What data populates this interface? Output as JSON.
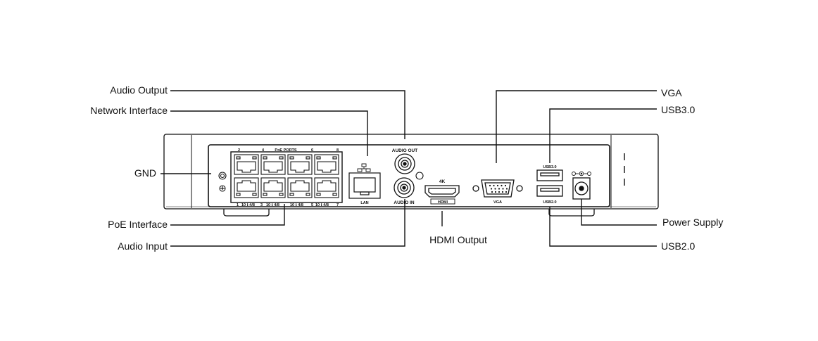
{
  "callouts": {
    "audio_output": "Audio Output",
    "network_interface": "Network Interface",
    "gnd": "GND",
    "poe_interface": "PoE Interface",
    "audio_input": "Audio Input",
    "hdmi_output": "HDMI Output",
    "vga": "VGA",
    "usb30": "USB3.0",
    "power_supply": "Power Supply",
    "usb20": "USB2.0"
  },
  "panel_labels": {
    "poe_ports": "PoE PORTS",
    "audio_out": "AUDIO OUT",
    "audio_in": "AUDIO IN",
    "vga": "VGA",
    "usb30": "USB3.0",
    "usb20": "USB2.0",
    "hdmi_4k": "4K",
    "hdmi_logo": "HDMI",
    "lan": "LAN",
    "poe_top_numbers": [
      "2",
      "4",
      "6",
      "8"
    ],
    "poe_bottom_numbers": [
      "1",
      "3",
      "5",
      "7"
    ],
    "poe_bottom_marks": [
      "10 ℹ 4/8",
      "10 ℹ 4/8",
      "10 ℹ 4/8",
      "10 ℹ 4/8"
    ]
  },
  "colors": {
    "line": "#111111",
    "panel_fill": "#ffffff",
    "inset_fill": "#f2f2f2"
  }
}
